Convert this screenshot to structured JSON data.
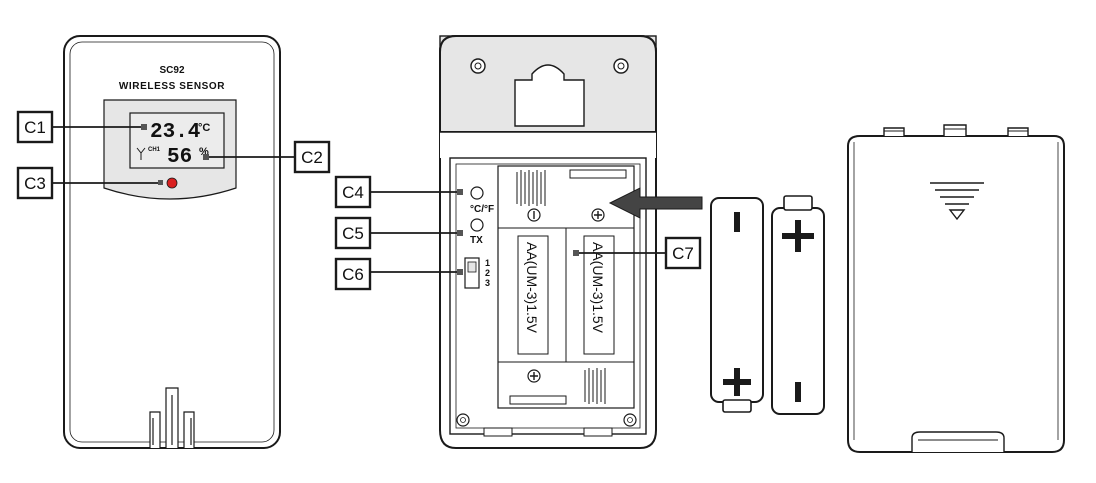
{
  "sensor": {
    "model": "SC92",
    "title": "WIRELESS SENSOR",
    "temperature": "23.4",
    "temp_unit": "°C",
    "humidity": "56",
    "humidity_unit": "%",
    "channel": "CH1"
  },
  "back_panel": {
    "unit_switch_label": "°C/°F",
    "tx_label": "TX",
    "channel_options": [
      "1",
      "2",
      "3"
    ],
    "battery_slot_left": "AA(UM-3)1.5V",
    "battery_slot_right": "AA(UM-3)1.5V"
  },
  "callouts": {
    "c1": "C1",
    "c2": "C2",
    "c3": "C3",
    "c4": "C4",
    "c5": "C5",
    "c6": "C6",
    "c7": "C7"
  },
  "colors": {
    "outline": "#1a1a1a",
    "led": "#d92020",
    "panel_gray": "#e6e6e6",
    "lcd_gray": "#ececec"
  }
}
